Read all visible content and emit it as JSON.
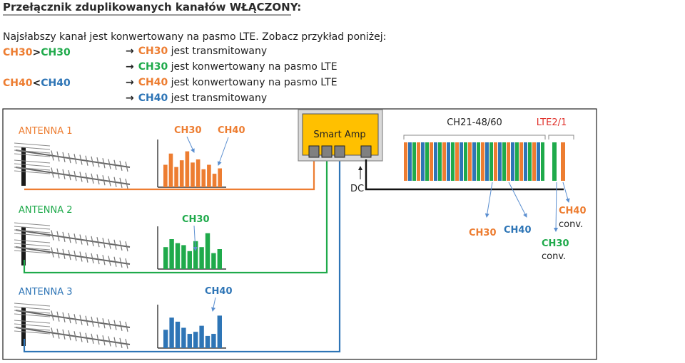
{
  "header": {
    "title": "Przełącznik zduplikowanych kanałów WŁĄCZONY:",
    "intro": "Najsłabszy kanał jest konwertowany na pasmo LTE. Zobacz przykład poniżej:"
  },
  "cases": [
    {
      "lhs": "CH30",
      "op": ">",
      "rhs": "CH30",
      "results": [
        {
          "arrow": "→",
          "ch": "CH30",
          "text": " jest transmitowany"
        },
        {
          "arrow": "→",
          "ch": "CH30",
          "text": " jest konwertowany na pasmo LTE"
        }
      ]
    },
    {
      "lhs": "CH40",
      "op": "<",
      "rhs": "CH40",
      "results": [
        {
          "arrow": "→",
          "ch": "CH40",
          "text": " jest konwertowany na pasmo LTE"
        },
        {
          "arrow": "→",
          "ch": "CH40",
          "text": " jest transmitowany"
        }
      ]
    }
  ],
  "diagram": {
    "antennas": [
      {
        "label": "ANTENNA 1",
        "color": "#ed7d31",
        "marks": [
          "CH30",
          "CH40"
        ],
        "bars": [
          0.5,
          0.75,
          0.45,
          0.6,
          0.8,
          0.55,
          0.62,
          0.4,
          0.5,
          0.3,
          0.42
        ]
      },
      {
        "label": "ANTENNA 2",
        "color": "#1faa4b",
        "marks": [
          "CH30"
        ],
        "bars": [
          0.55,
          0.75,
          0.65,
          0.6,
          0.45,
          0.7,
          0.55,
          0.9,
          0.4,
          0.5
        ]
      },
      {
        "label": "ANTENNA 3",
        "color": "#2e75b6",
        "marks": [
          "CH40"
        ],
        "bars": [
          0.45,
          0.75,
          0.65,
          0.5,
          0.35,
          0.4,
          0.55,
          0.3,
          0.35,
          0.8
        ]
      }
    ],
    "amp": {
      "label": "Smart Amp",
      "fill": "#ffc000"
    },
    "dc_label": "DC",
    "spectrum": {
      "range_label": "CH21-48/60",
      "lte_label": "LTE2/1",
      "bar_colors": [
        "o",
        "bl",
        "g",
        "o",
        "bl",
        "g",
        "o",
        "bl",
        "g",
        "o",
        "bl",
        "g",
        "o",
        "bl",
        "g",
        "o",
        "bl",
        "g",
        "o",
        "bl",
        "g",
        "o",
        "bl",
        "g",
        "o",
        "bl",
        "g",
        "o",
        "bl",
        "g",
        "o",
        "bl",
        "g"
      ],
      "lte_bar_colors": [
        "g",
        "o"
      ]
    },
    "annotations": {
      "ch30": "CH30",
      "ch40": "CH40",
      "ch40_conv": "CH40",
      "ch30_conv": "CH30",
      "conv": "conv."
    }
  }
}
